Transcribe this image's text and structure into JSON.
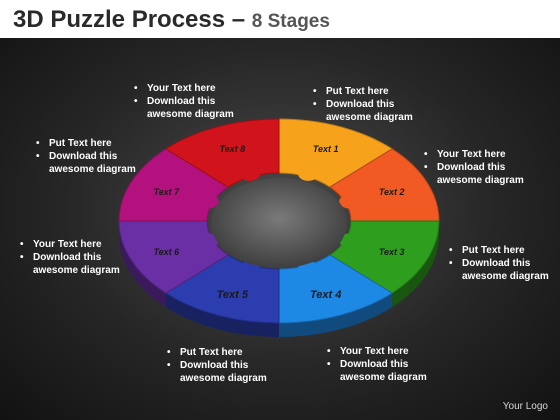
{
  "title": {
    "main": "3D Puzzle Process – ",
    "sub": "8 Stages"
  },
  "stages": [
    {
      "label": "Text 1",
      "color": "#f7a21b"
    },
    {
      "label": "Text 2",
      "color": "#f15a22"
    },
    {
      "label": "Text 3",
      "color": "#2e9e1f"
    },
    {
      "label": "Text 4",
      "color": "#1e88e5"
    },
    {
      "label": "Text 5",
      "color": "#2c3db0"
    },
    {
      "label": "Text 6",
      "color": "#6a2fa5"
    },
    {
      "label": "Text 7",
      "color": "#b3127e"
    },
    {
      "label": "Text 8",
      "color": "#d1141b"
    }
  ],
  "notes": {
    "top_left": [
      "Your Text here",
      "Download this awesome diagram"
    ],
    "top_right": [
      "Put Text here",
      "Download this awesome diagram"
    ],
    "upper_left": [
      "Put Text here",
      "Download this awesome diagram"
    ],
    "upper_right": [
      "Your Text here",
      "Download this awesome diagram"
    ],
    "mid_left": [
      "Your Text here",
      "Download this awesome diagram"
    ],
    "mid_right": [
      "Put Text here",
      "Download this awesome diagram"
    ],
    "bottom_left": [
      "Put Text here",
      "Download this awesome diagram"
    ],
    "bottom_right": [
      "Your Text here",
      "Download this awesome diagram"
    ]
  },
  "logo": "Your Logo"
}
